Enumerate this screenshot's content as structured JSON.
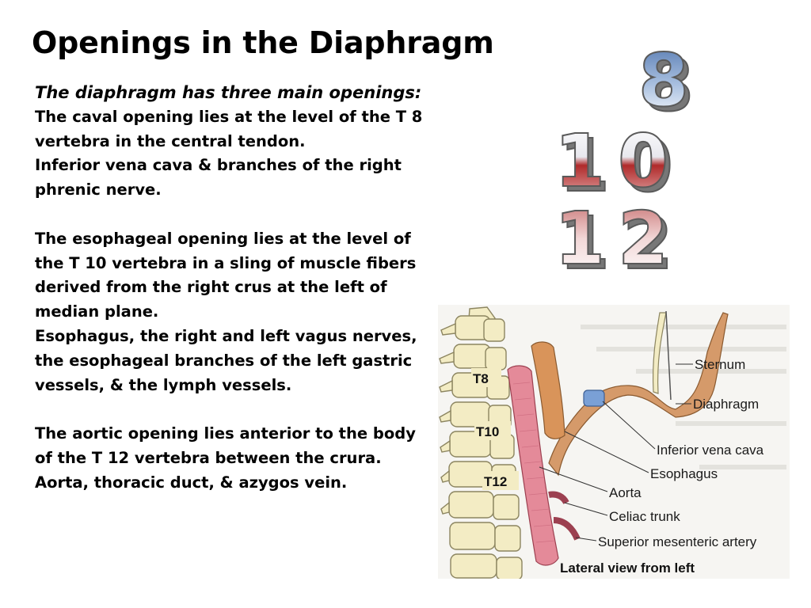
{
  "slide": {
    "title": "Openings in the Diaphragm",
    "intro": "The diaphragm has three main openings:",
    "paragraphs": [
      "The caval opening lies at the level of the T 8 vertebra in the central tendon.",
      "Inferior vena cava & branches of the right phrenic nerve.",
      "The esophageal opening lies at the level of the T 10 vertebra in a sling of muscle fibers derived from the right crus at the left of median plane.",
      "Esophagus, the right and left vagus nerves, the esophageal branches of the left gastric vessels, & the lymph vessels.",
      "The aortic opening lies anterior to the body of the T 12 vertebra between the crura.",
      "Aorta, thoracic duct, & azygos vein."
    ]
  },
  "big_numbers": [
    "8",
    "10",
    "12"
  ],
  "figure": {
    "vertebra_labels": [
      "T8",
      "T10",
      "T12"
    ],
    "labels": [
      "Sternum",
      "Diaphragm",
      "Inferior vena cava",
      "Esophagus",
      "Aorta",
      "Celiac trunk",
      "Superior mesenteric artery"
    ],
    "caption": "Lateral view from left"
  },
  "colors": {
    "aorta": "#e48a99",
    "esophagus": "#d9945a",
    "ivc": "#7aa0d6",
    "bone": "#f3ecc4",
    "numeral_top": "#6f8fbd",
    "numeral_mid": "#b03030",
    "numeral_bottom": "#c07070"
  }
}
